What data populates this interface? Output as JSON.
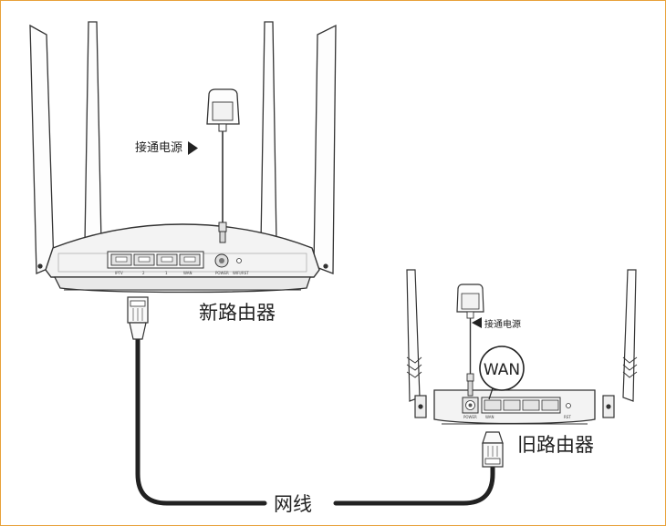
{
  "labels": {
    "new_router": "新路由器",
    "old_router": "旧路由器",
    "cable": "网线",
    "power_new": "接通电源",
    "power_old": "接通电源",
    "wan_callout": "WAN"
  },
  "new_router_ports": {
    "port1": "IPTV",
    "port2": "2",
    "port3": "1",
    "port4": "WAN",
    "power": "POWER",
    "reset": "WIFI/RST"
  },
  "old_router_ports": {
    "power": "POWER",
    "wan": "WAN",
    "rst": "RST"
  },
  "colors": {
    "frame_border": "#e8a13a",
    "line": "#222222",
    "device_fill": "#f4f4f4",
    "port_fill": "#e6e6e6"
  }
}
